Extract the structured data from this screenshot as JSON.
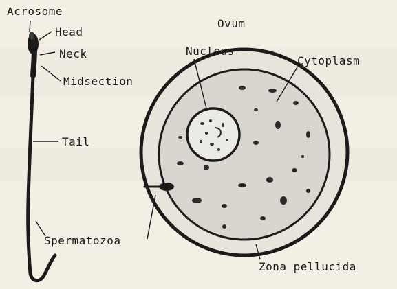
{
  "diagram": {
    "labels": {
      "acrosome": "Acrosome",
      "head": "Head",
      "neck": "Neck",
      "midsection": "Midsection",
      "tail": "Tail",
      "spermatozoa": "Spermatozoa",
      "ovum": "Ovum",
      "nucleus": "Nucleus",
      "cytoplasm": "Cytoplasm",
      "zona_pellucida": "Zona pellucida"
    },
    "colors": {
      "background": "#f4efe4",
      "ink": "#1b1b1b",
      "zona_fill": "#e7e4dc",
      "cytoplasm_fill": "#d8d6cf",
      "nucleus_fill": "#eceae4"
    }
  }
}
